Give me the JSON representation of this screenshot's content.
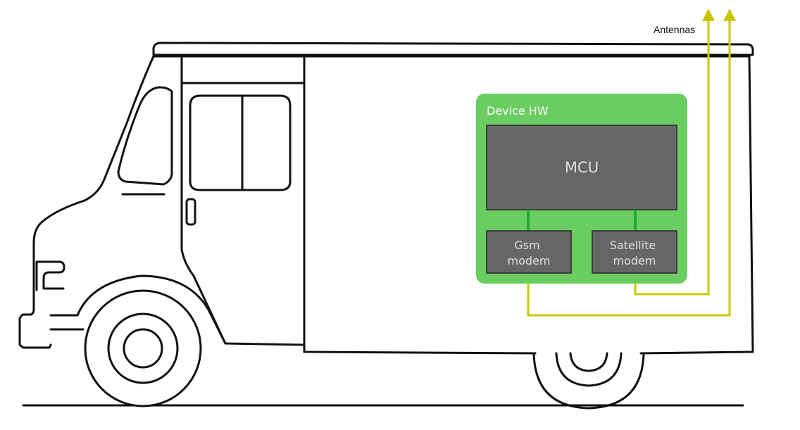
{
  "labels": {
    "antennas": "Antennas",
    "device_hw": "Device HW",
    "mcu": "MCU",
    "gsm_modem": [
      "Gsm",
      "modem"
    ],
    "satellite_modem": [
      "Satellite",
      "modem"
    ]
  },
  "colors": {
    "device_box": "#6acd62",
    "chip": "#666666",
    "chip_text": "#dedede",
    "bus_line": "#1faa3a",
    "antenna_wire": "#c8c800",
    "truck_outline": "#111111"
  }
}
